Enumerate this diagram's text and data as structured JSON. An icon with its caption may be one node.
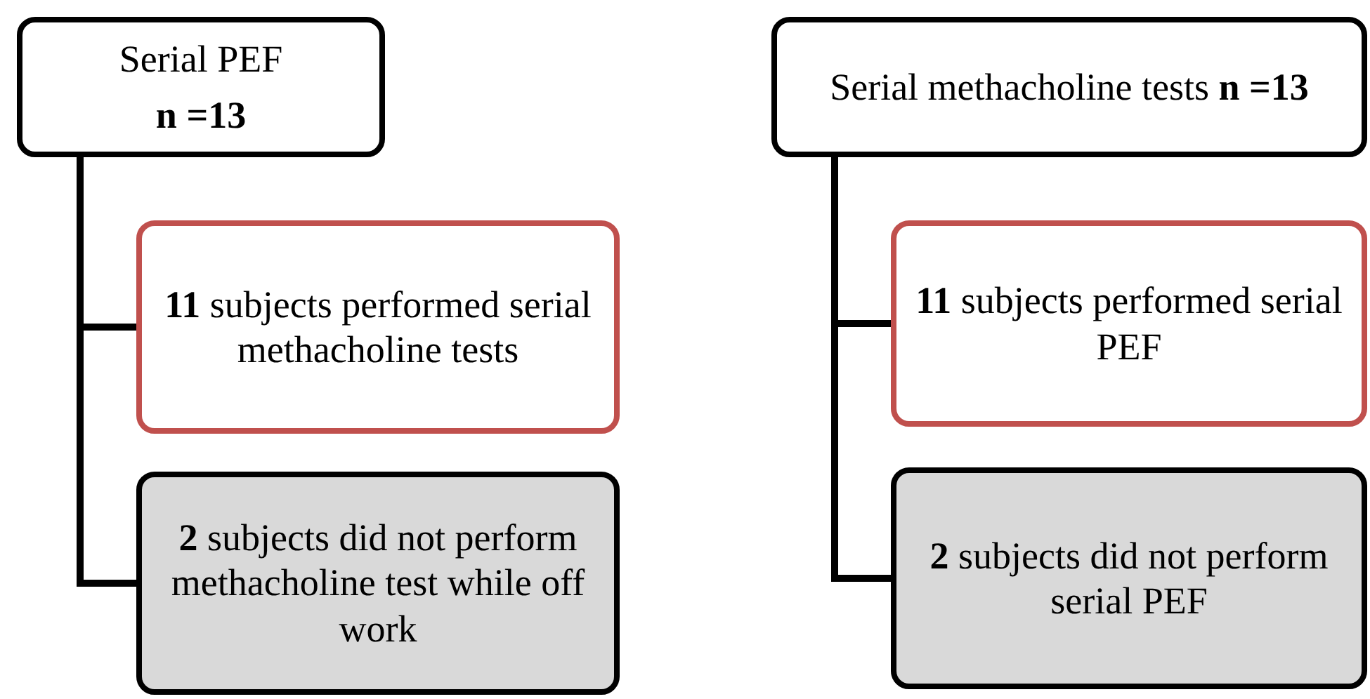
{
  "diagram": {
    "nodes": [
      {
        "text": [
          "Serial PEF",
          "**n =13**"
        ]
      },
      {
        "text": [
          "**11** subjects performed serial methacholine tests"
        ]
      },
      {
        "text": [
          "**2** subjects did not perform  methacholine test while off work"
        ]
      },
      {
        "text": [
          "Serial methacholine tests **n =13**"
        ]
      },
      {
        "text": [
          "**11** subjects performed serial PEF"
        ]
      },
      {
        "text": [
          "**2** subjects did not perform serial PEF"
        ]
      }
    ],
    "edges": [
      {
        "from": 0,
        "to": 1,
        "arrow": "none"
      },
      {
        "from": 0,
        "to": 2,
        "arrow": "none"
      },
      {
        "from": 3,
        "to": 4,
        "arrow": "none"
      },
      {
        "from": 3,
        "to": 5,
        "arrow": "none"
      }
    ]
  }
}
